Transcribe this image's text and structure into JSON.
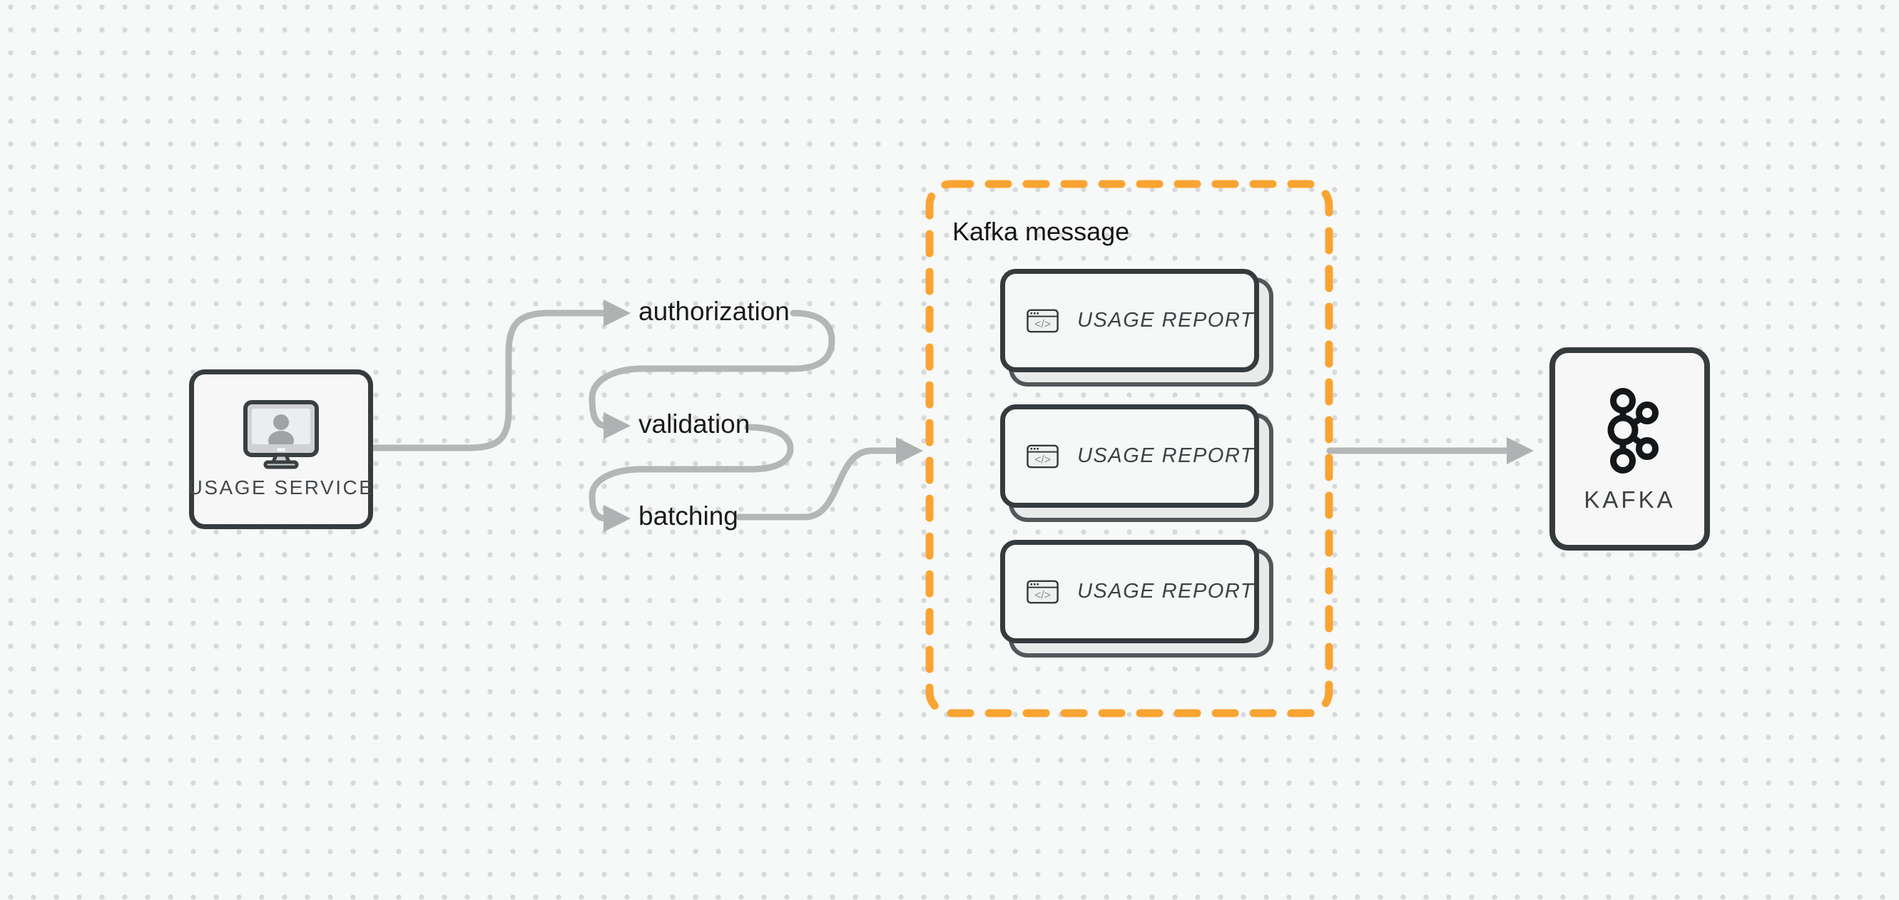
{
  "diagram": {
    "background": {
      "color": "#f7f8f8",
      "dot_color": "#d8d9da"
    },
    "colors": {
      "accent_orange": "#f9a432",
      "arrow_gray": "#b5b6b6",
      "border_dark": "#363b3e",
      "node_fill": "#f6f7f6",
      "text_dark": "#1a1b1c",
      "text_muted": "#45494d"
    },
    "icons": {
      "source": "user-monitor-icon",
      "card": "code-window-icon",
      "sink": "kafka-logo-icon"
    },
    "source_node": {
      "label": "USAGE SERVICE"
    },
    "pipeline": {
      "steps": [
        {
          "label": "authorization"
        },
        {
          "label": "validation"
        },
        {
          "label": "batching"
        }
      ]
    },
    "kafka_message_group": {
      "title": "Kafka message",
      "cards": [
        {
          "label": "USAGE REPORT"
        },
        {
          "label": "USAGE REPORT"
        },
        {
          "label": "USAGE REPORT"
        }
      ]
    },
    "sink_node": {
      "label": "KAFKA"
    }
  }
}
